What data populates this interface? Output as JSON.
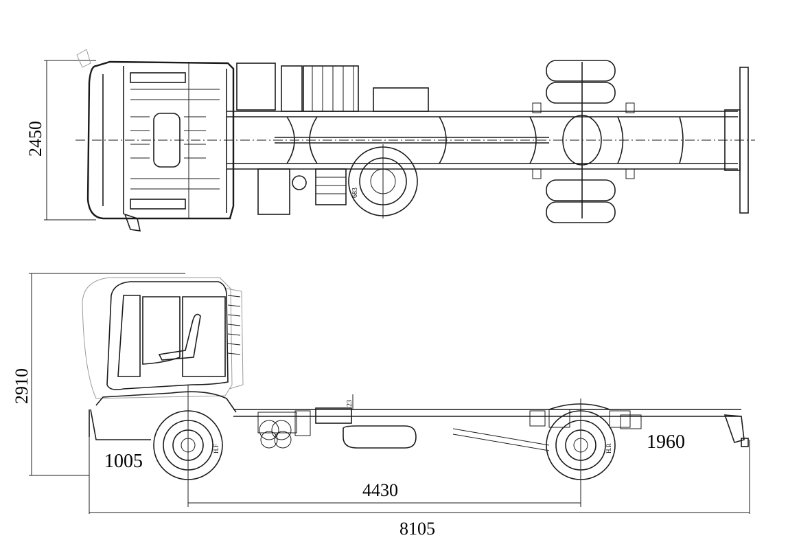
{
  "dimensions": {
    "overall_width": "2450",
    "overall_height": "2910",
    "front_overhang": "1005",
    "wheelbase": "4430",
    "rear_overhang": "1960",
    "overall_length": "8105",
    "wheel_label": "683",
    "frame_height_label": "23",
    "front_axle_mark": "H.F",
    "rear_axle_mark": "H.R"
  }
}
